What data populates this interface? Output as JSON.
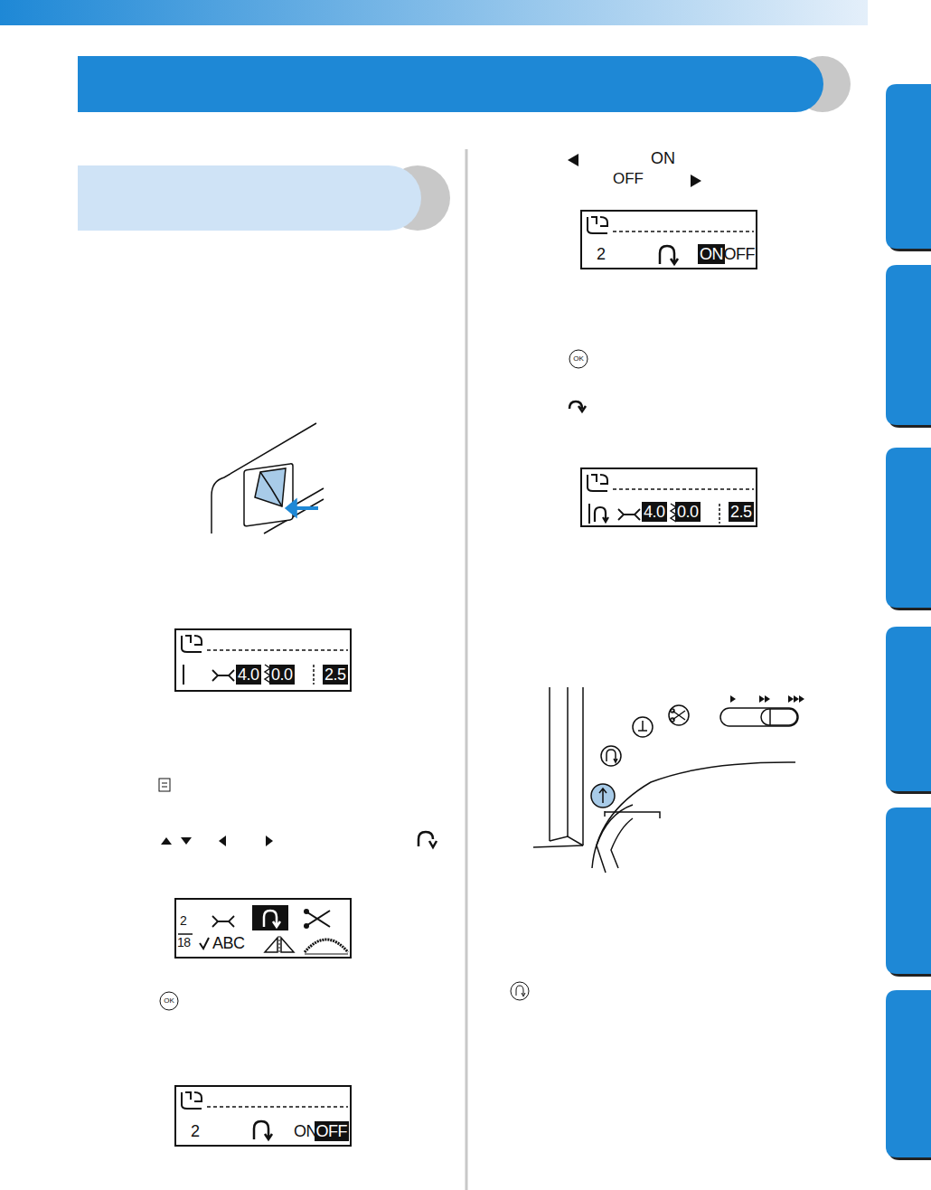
{
  "diagram": {
    "nodes": [
      {
        "text": [
          "4.0",
          "0.0",
          "2.5"
        ]
      },
      {
        "text": [
          "2",
          "18",
          "ABC"
        ]
      },
      {
        "text": [
          "2",
          "ON",
          "OFF"
        ]
      },
      {
        "text": [
          "2",
          "ON",
          "OFF"
        ]
      },
      {
        "text": [
          "4.0",
          "0.0",
          "2.5"
        ]
      }
    ],
    "labels": [
      "OK",
      "ON",
      "OFF",
      "OK"
    ]
  }
}
